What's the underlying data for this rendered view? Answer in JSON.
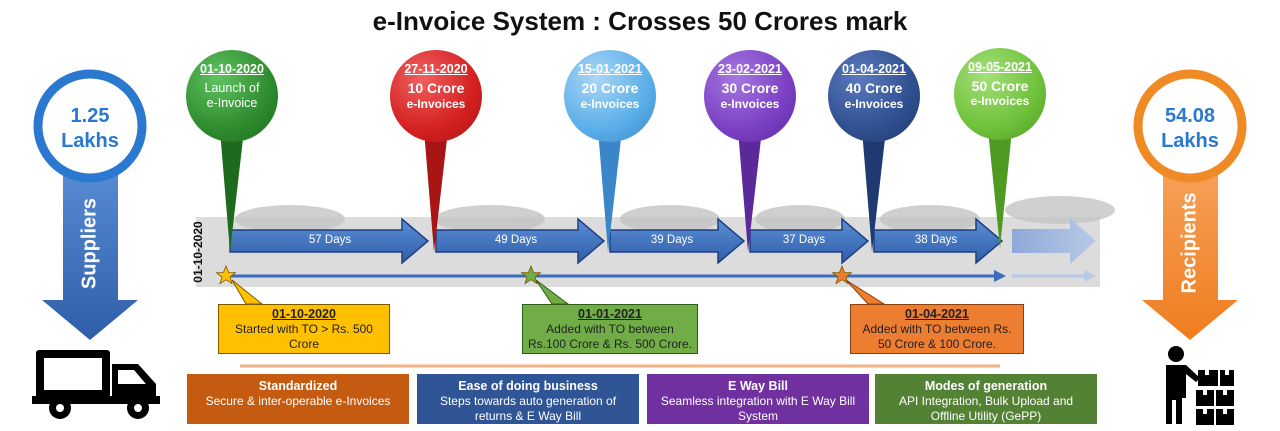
{
  "title": "e-Invoice System : Crosses 50 Crores mark",
  "suppliers": {
    "count_line1": "1.25",
    "count_line2": "Lakhs",
    "label": "Suppliers"
  },
  "recipients": {
    "count_line1": "54.08",
    "count_line2": "Lakhs",
    "label": "Recipients"
  },
  "timeline_start_date": "01-10-2020",
  "milestones": [
    {
      "date": "01-10-2020",
      "line1": "Launch of",
      "line2": "e-Invoice",
      "color": "#2e8b2e"
    },
    {
      "date": "27-11-2020",
      "line1": "10 Crore",
      "line2": "e-Invoices",
      "color": "#d42020"
    },
    {
      "date": "15-01-2021",
      "line1": "20 Crore",
      "line2": "e-Invoices",
      "color": "#5aaee8"
    },
    {
      "date": "23-02-2021",
      "line1": "30 Crore",
      "line2": "e-Invoices",
      "color": "#7b3fc4"
    },
    {
      "date": "01-04-2021",
      "line1": "40 Crore",
      "line2": "e-Invoices",
      "color": "#2f4f8f"
    },
    {
      "date": "09-05-2021",
      "line1": "50 Crore",
      "line2": "e-Invoices",
      "color": "#6fc13a"
    }
  ],
  "intervals": [
    "57 Days",
    "49 Days",
    "39 Days",
    "37 Days",
    "38 Days"
  ],
  "thresholds": [
    {
      "date": "01-10-2020",
      "line1": "Started with TO > Rs. 500",
      "line2": "Crore",
      "color": "#ffc000"
    },
    {
      "date": "01-01-2021",
      "line1": "Added with TO between",
      "line2": "Rs.100 Crore & Rs. 500 Crore.",
      "color": "#70ad47"
    },
    {
      "date": "01-04-2021",
      "line1": "Added with TO between  Rs.",
      "line2": "50 Crore & 100 Crore.",
      "color": "#ed7d31"
    }
  ],
  "features": [
    {
      "title": "Standardized",
      "line1": "Secure & inter-operable e-Invoices",
      "line2": "",
      "color": "#c55a11"
    },
    {
      "title": "Ease of doing business",
      "line1": "Steps towards auto generation of",
      "line2": "returns & E Way Bill",
      "color": "#2f5597"
    },
    {
      "title": "E Way Bill",
      "line1": "Seamless integration with E Way Bill",
      "line2": "System",
      "color": "#7030a0"
    },
    {
      "title": "Modes of generation",
      "line1": "API Integration, Bulk Upload and",
      "line2": "Offline Utility  (GePP)",
      "color": "#548235"
    }
  ],
  "icons": {
    "supplier": "delivery-truck-icon",
    "recipient": "person-with-boxes-icon"
  }
}
